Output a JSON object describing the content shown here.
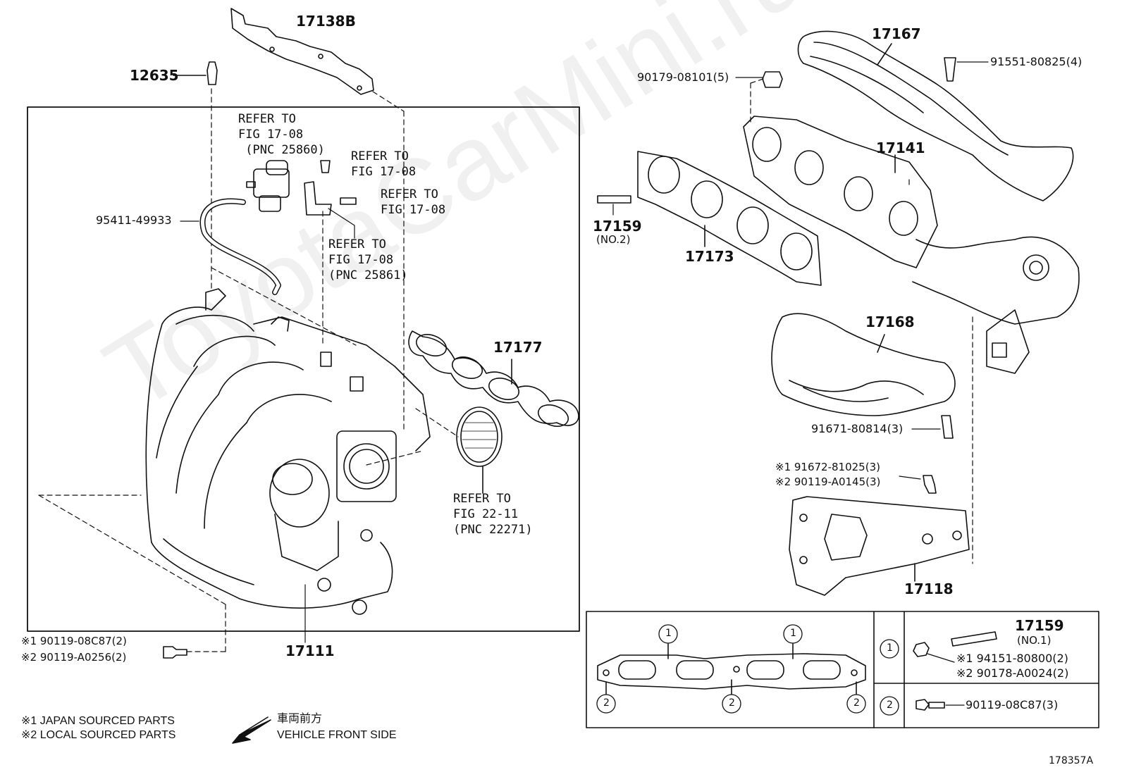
{
  "watermark": "ToyotaCarMini.ru",
  "figure_id": "178357A",
  "callouts": {
    "p17138B": "17138B",
    "p12635": "12635",
    "p95411": "95411-49933",
    "p17177": "17177",
    "p17111": "17111",
    "p17167": "17167",
    "p91551": "91551-80825(4)",
    "p90179": "90179-08101(5)",
    "p17141": "17141",
    "p17159": "17159",
    "p17159_note": "(NO.2)",
    "p17173": "17173",
    "p17168": "17168",
    "p91671": "91671-80814(3)",
    "p91672": "※1 91672-81025(3)",
    "p90119_a0145": "※2 90119-A0145(3)",
    "p17118": "17118",
    "p90119_08c87": "※1 90119-08C87(2)",
    "p90119_a0256": "※2 90119-A0256(2)"
  },
  "refers": {
    "r1": "REFER TO\nFIG 17-08\n (PNC 25860)",
    "r2": "REFER TO\nFIG 17-08",
    "r3": "REFER TO\nFIG 17-08",
    "r4": "REFER TO\nFIG 17-08\n(PNC 25861)",
    "r5": "REFER TO\nFIG 22-11\n(PNC 22271)"
  },
  "legend_table": {
    "marker_1": "1",
    "marker_2": "2",
    "row1_part": "17159",
    "row1_part_note": "(NO.1)",
    "row1_a": "※1 94151-80800(2)",
    "row1_b": "※2 90178-A0024(2)",
    "row2_part": "90119-08C87(3)"
  },
  "footnotes": {
    "note1": "※1 JAPAN SOURCED PARTS",
    "note2": "※2 LOCAL SOURCED PARTS",
    "front_jp": "車両前方",
    "front_en": "VEHICLE FRONT SIDE"
  }
}
